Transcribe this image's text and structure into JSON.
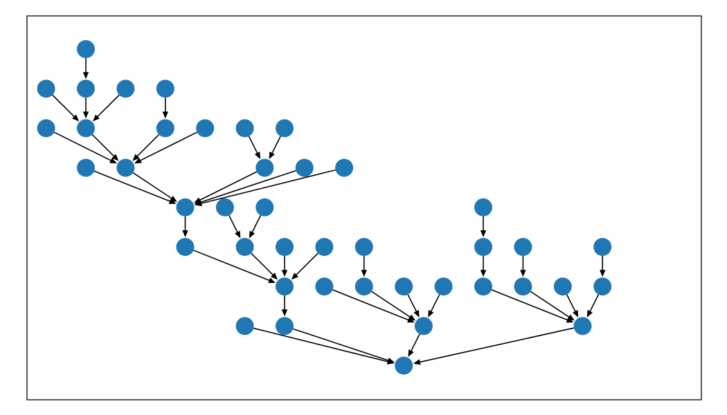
{
  "colors": {
    "node": "#1f77b4",
    "edge": "#000000",
    "frame": "#000000",
    "background": "#ffffff"
  },
  "nodes": [
    {
      "id": 0,
      "col": 0,
      "row": 0
    },
    {
      "id": 1,
      "col": 0,
      "row": 1
    },
    {
      "id": 2,
      "col": -1,
      "row": 1
    },
    {
      "id": 3,
      "col": 1,
      "row": 1
    },
    {
      "id": 4,
      "col": 2,
      "row": 1
    },
    {
      "id": 5,
      "col": -1,
      "row": 2
    },
    {
      "id": 6,
      "col": 0,
      "row": 2
    },
    {
      "id": 7,
      "col": 2,
      "row": 2
    },
    {
      "id": 8,
      "col": 3,
      "row": 2
    },
    {
      "id": 9,
      "col": 4,
      "row": 2
    },
    {
      "id": 10,
      "col": 5,
      "row": 2
    },
    {
      "id": 11,
      "col": 0,
      "row": 3
    },
    {
      "id": 12,
      "col": 1,
      "row": 3
    },
    {
      "id": 13,
      "col": 4.5,
      "row": 3
    },
    {
      "id": 14,
      "col": 5.5,
      "row": 3
    },
    {
      "id": 15,
      "col": 6.5,
      "row": 3
    },
    {
      "id": 16,
      "col": 2.5,
      "row": 4
    },
    {
      "id": 17,
      "col": 3.5,
      "row": 4
    },
    {
      "id": 18,
      "col": 4.5,
      "row": 4
    },
    {
      "id": 19,
      "col": 10,
      "row": 4
    },
    {
      "id": 20,
      "col": 2.5,
      "row": 5
    },
    {
      "id": 21,
      "col": 4,
      "row": 5
    },
    {
      "id": 22,
      "col": 5,
      "row": 5
    },
    {
      "id": 23,
      "col": 6,
      "row": 5
    },
    {
      "id": 24,
      "col": 7,
      "row": 5
    },
    {
      "id": 25,
      "col": 10,
      "row": 5
    },
    {
      "id": 26,
      "col": 11,
      "row": 5
    },
    {
      "id": 27,
      "col": 13,
      "row": 5
    },
    {
      "id": 28,
      "col": 5,
      "row": 6
    },
    {
      "id": 29,
      "col": 6,
      "row": 6
    },
    {
      "id": 30,
      "col": 7,
      "row": 6
    },
    {
      "id": 31,
      "col": 8,
      "row": 6
    },
    {
      "id": 32,
      "col": 9,
      "row": 6
    },
    {
      "id": 33,
      "col": 10,
      "row": 6
    },
    {
      "id": 34,
      "col": 11,
      "row": 6
    },
    {
      "id": 35,
      "col": 12,
      "row": 6
    },
    {
      "id": 36,
      "col": 13,
      "row": 6
    },
    {
      "id": 37,
      "col": 4,
      "row": 7
    },
    {
      "id": 38,
      "col": 5,
      "row": 7
    },
    {
      "id": 39,
      "col": 8.5,
      "row": 7
    },
    {
      "id": 40,
      "col": 12.5,
      "row": 7
    },
    {
      "id": 41,
      "col": 8,
      "row": 8
    }
  ],
  "edges": [
    [
      0,
      1
    ],
    [
      1,
      6
    ],
    [
      2,
      6
    ],
    [
      3,
      6
    ],
    [
      4,
      7
    ],
    [
      5,
      12
    ],
    [
      6,
      12
    ],
    [
      7,
      12
    ],
    [
      8,
      12
    ],
    [
      9,
      13
    ],
    [
      10,
      13
    ],
    [
      11,
      16
    ],
    [
      12,
      16
    ],
    [
      13,
      16
    ],
    [
      14,
      16
    ],
    [
      15,
      16
    ],
    [
      16,
      20
    ],
    [
      17,
      21
    ],
    [
      18,
      21
    ],
    [
      19,
      25
    ],
    [
      20,
      28
    ],
    [
      21,
      28
    ],
    [
      22,
      28
    ],
    [
      23,
      28
    ],
    [
      24,
      30
    ],
    [
      25,
      33
    ],
    [
      26,
      34
    ],
    [
      27,
      36
    ],
    [
      28,
      38
    ],
    [
      29,
      39
    ],
    [
      30,
      39
    ],
    [
      31,
      39
    ],
    [
      32,
      39
    ],
    [
      33,
      40
    ],
    [
      34,
      40
    ],
    [
      35,
      40
    ],
    [
      36,
      40
    ],
    [
      37,
      41
    ],
    [
      38,
      41
    ],
    [
      39,
      41
    ],
    [
      40,
      41
    ]
  ]
}
